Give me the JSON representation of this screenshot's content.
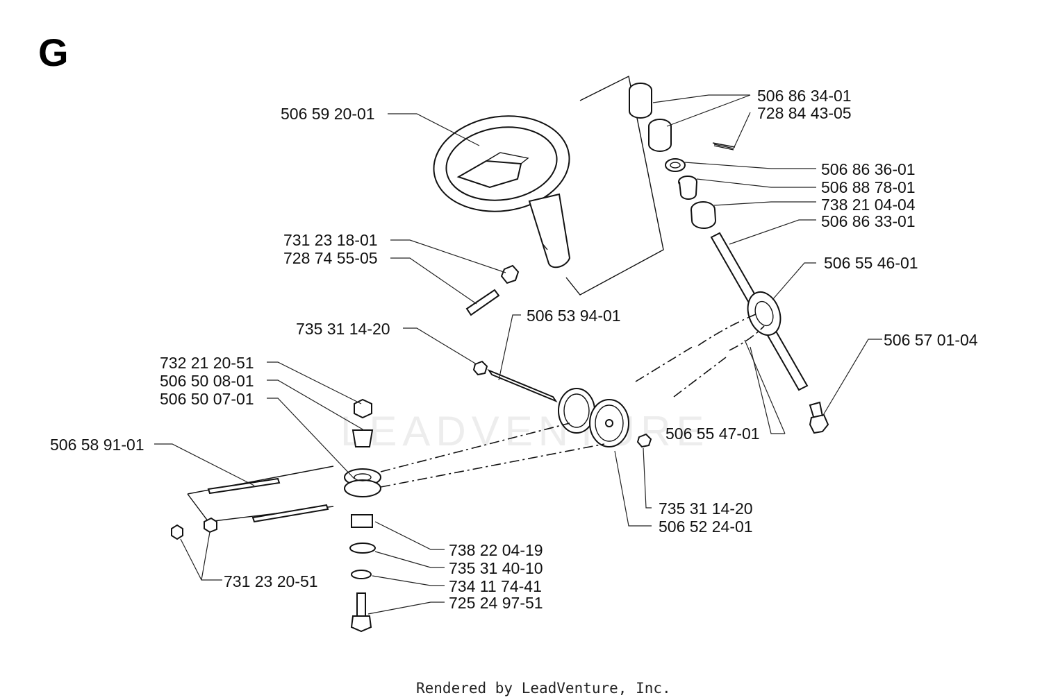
{
  "section_letter": "G",
  "watermark": "LEADVENTURE",
  "footer": "Rendered by LeadVenture, Inc.",
  "parts": [
    {
      "id": "p1",
      "number": "506 59 20-01"
    },
    {
      "id": "p2",
      "number": "731 23 18-01"
    },
    {
      "id": "p3",
      "number": "728 74 55-05"
    },
    {
      "id": "p4",
      "number": "506 86 34-01"
    },
    {
      "id": "p5",
      "number": "728 84 43-05"
    },
    {
      "id": "p6",
      "number": "506 86 36-01"
    },
    {
      "id": "p7",
      "number": "506 88 78-01"
    },
    {
      "id": "p8",
      "number": "738 21 04-04"
    },
    {
      "id": "p9",
      "number": "506 86 33-01"
    },
    {
      "id": "p10",
      "number": "506 55 46-01"
    },
    {
      "id": "p11",
      "number": "506 57 01-04"
    },
    {
      "id": "p12",
      "number": "506 53 94-01"
    },
    {
      "id": "p13",
      "number": "735 31 14-20"
    },
    {
      "id": "p14",
      "number": "732 21 20-51"
    },
    {
      "id": "p15",
      "number": "506 50 08-01"
    },
    {
      "id": "p16",
      "number": "506 50 07-01"
    },
    {
      "id": "p17",
      "number": "506 58 91-01"
    },
    {
      "id": "p18",
      "number": "506 55 47-01"
    },
    {
      "id": "p19",
      "number": "735 31 14-20"
    },
    {
      "id": "p20",
      "number": "506 52 24-01"
    },
    {
      "id": "p21",
      "number": "738 22 04-19"
    },
    {
      "id": "p22",
      "number": "735 31 40-10"
    },
    {
      "id": "p23",
      "number": "734 11 74-41"
    },
    {
      "id": "p24",
      "number": "725 24 97-51"
    },
    {
      "id": "p25",
      "number": "731 23 20-51"
    }
  ]
}
